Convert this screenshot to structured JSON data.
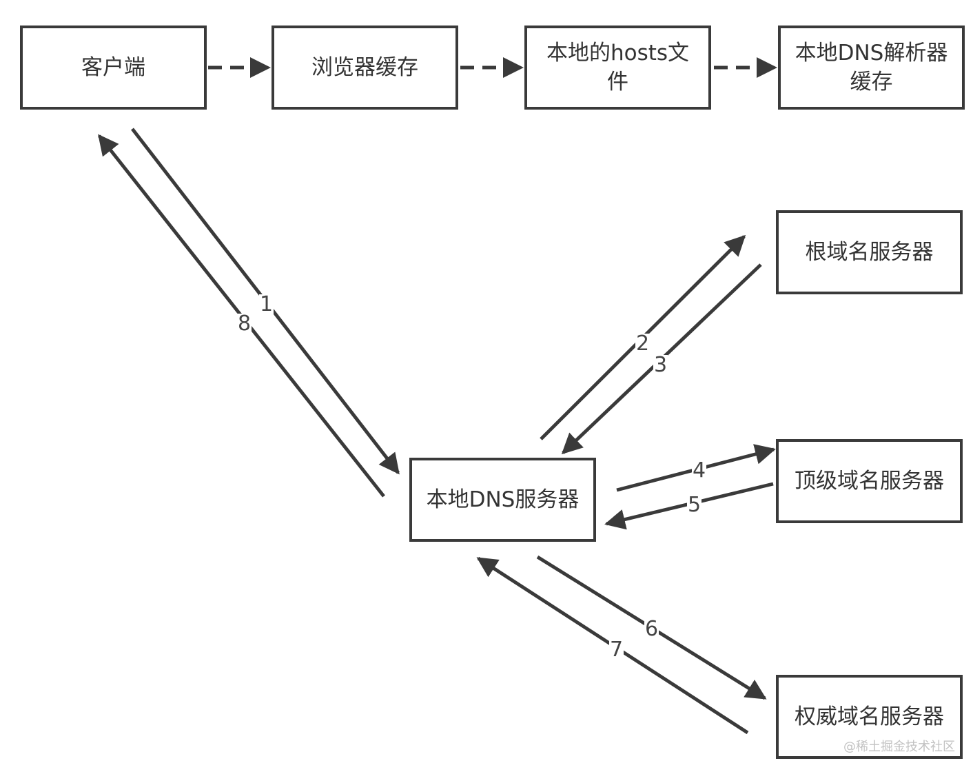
{
  "nodes": {
    "client": "客户端",
    "browser_cache": "浏览器缓存",
    "hosts_file": "本地的hosts文件",
    "resolver_cache": "本地DNS解析器缓存",
    "root_server": "根域名服务器",
    "local_dns": "本地DNS服务器",
    "tld_server": "顶级域名服务器",
    "auth_server": "权威域名服务器"
  },
  "steps": {
    "s1": "1",
    "s2": "2",
    "s3": "3",
    "s4": "4",
    "s5": "5",
    "s6": "6",
    "s7": "7",
    "s8": "8"
  },
  "watermark": "@稀土掘金技术社区",
  "colors": {
    "line": "#3a3a3a",
    "text": "#333333",
    "background": "#ffffff",
    "watermark": "#c2c2c2"
  }
}
